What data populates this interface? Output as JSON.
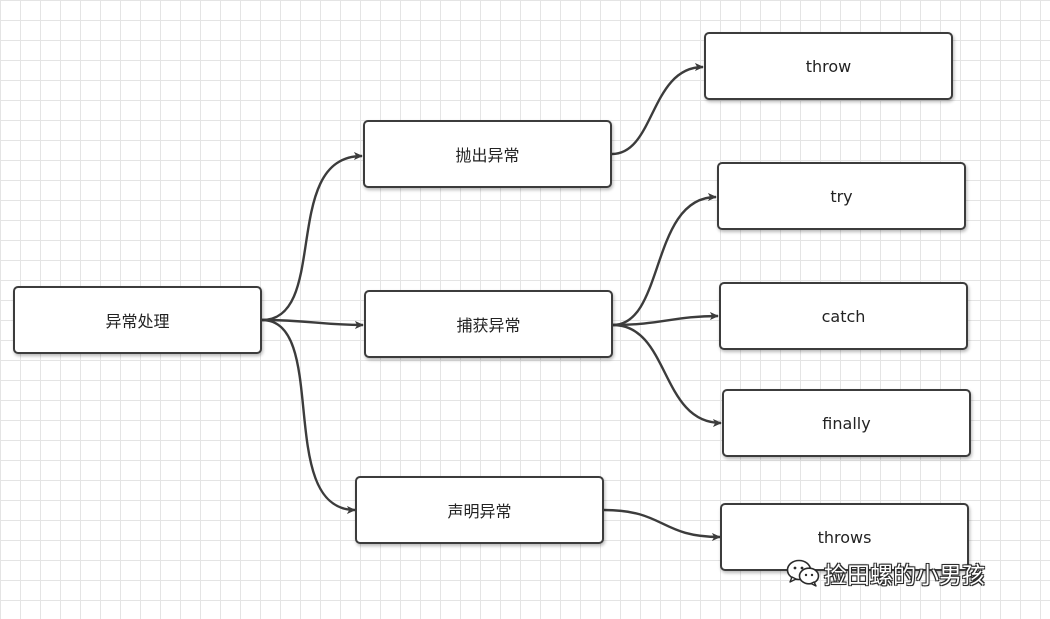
{
  "diagram": {
    "nodes": [
      {
        "id": "root",
        "label": "异常处理"
      },
      {
        "id": "throw-exception",
        "label": "抛出异常"
      },
      {
        "id": "catch-exception",
        "label": "捕获异常"
      },
      {
        "id": "declare-exception",
        "label": "声明异常"
      },
      {
        "id": "throw",
        "label": "throw"
      },
      {
        "id": "try",
        "label": "try"
      },
      {
        "id": "catch",
        "label": "catch"
      },
      {
        "id": "finally",
        "label": "finally"
      },
      {
        "id": "throws",
        "label": "throws"
      }
    ],
    "edges": [
      {
        "from": "root",
        "to": "throw-exception"
      },
      {
        "from": "root",
        "to": "catch-exception"
      },
      {
        "from": "root",
        "to": "declare-exception"
      },
      {
        "from": "throw-exception",
        "to": "throw"
      },
      {
        "from": "catch-exception",
        "to": "try"
      },
      {
        "from": "catch-exception",
        "to": "catch"
      },
      {
        "from": "catch-exception",
        "to": "finally"
      },
      {
        "from": "declare-exception",
        "to": "throws"
      }
    ],
    "colors": {
      "grid": "#e4e4e4",
      "stroke": "#3c3c3c",
      "text": "#222222"
    }
  },
  "watermark": {
    "icon": "wechat-icon",
    "text": "捡田螺的小男孩"
  }
}
